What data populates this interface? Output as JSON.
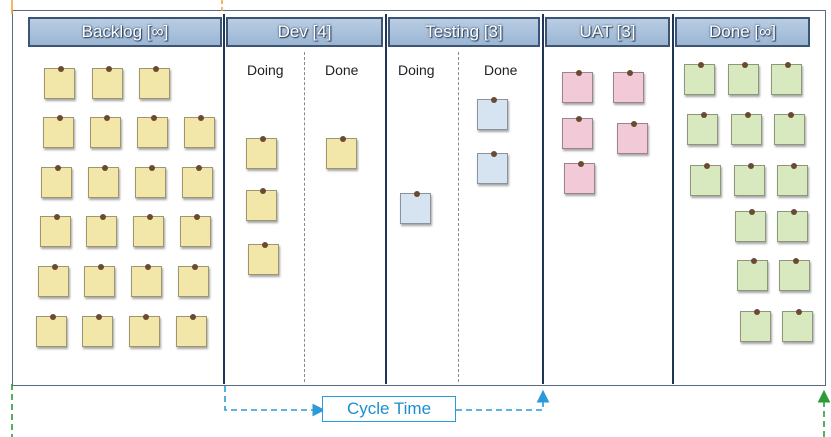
{
  "columns": [
    {
      "label": "Backlog [∞]"
    },
    {
      "label": "Dev [4]",
      "sub": [
        "Doing",
        "Done"
      ]
    },
    {
      "label": "Testing [3]",
      "sub": [
        "Doing",
        "Done"
      ]
    },
    {
      "label": "UAT [3]"
    },
    {
      "label": "Done [∞]"
    }
  ],
  "cycle_time": {
    "label": "Cycle Time"
  },
  "colors": {
    "backlog_note": "#f3e6a9",
    "testing_note": "#d6e3f0",
    "uat_note": "#f2c9d6",
    "done_note": "#d8e8bf",
    "cycle_arrow": "#2a9ad8",
    "lead_arrow": "#2e9a3a"
  }
}
